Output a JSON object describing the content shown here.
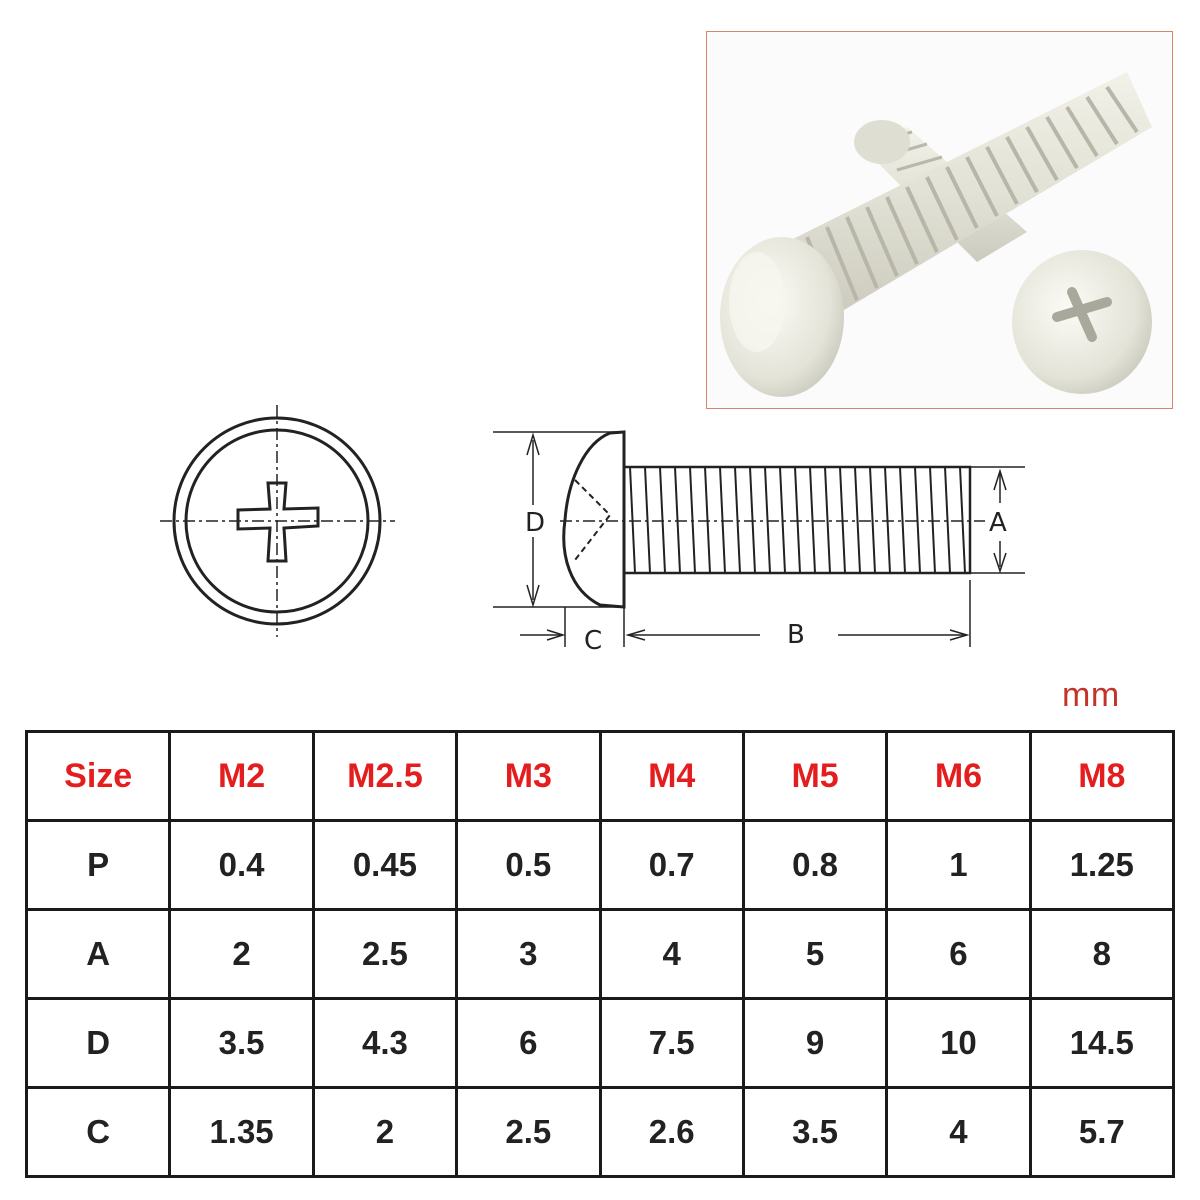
{
  "photo": {
    "alt": "white nylon phillips pan head screws"
  },
  "drawing": {
    "labels": {
      "D": "D",
      "A": "A",
      "B": "B",
      "C": "C"
    }
  },
  "unit": "mm",
  "table": {
    "header": [
      "Size",
      "M2",
      "M2.5",
      "M3",
      "M4",
      "M5",
      "M6",
      "M8"
    ],
    "rows": [
      {
        "label": "P",
        "values": [
          "0.4",
          "0.45",
          "0.5",
          "0.7",
          "0.8",
          "1",
          "1.25"
        ]
      },
      {
        "label": "A",
        "values": [
          "2",
          "2.5",
          "3",
          "4",
          "5",
          "6",
          "8"
        ]
      },
      {
        "label": "D",
        "values": [
          "3.5",
          "4.3",
          "6",
          "7.5",
          "9",
          "10",
          "14.5"
        ]
      },
      {
        "label": "C",
        "values": [
          "1.35",
          "2",
          "2.5",
          "2.6",
          "3.5",
          "4",
          "5.7"
        ]
      }
    ]
  },
  "colors": {
    "header_text": "#e41e1e",
    "unit_text": "#c4332a",
    "photo_border": "#d7846a"
  }
}
